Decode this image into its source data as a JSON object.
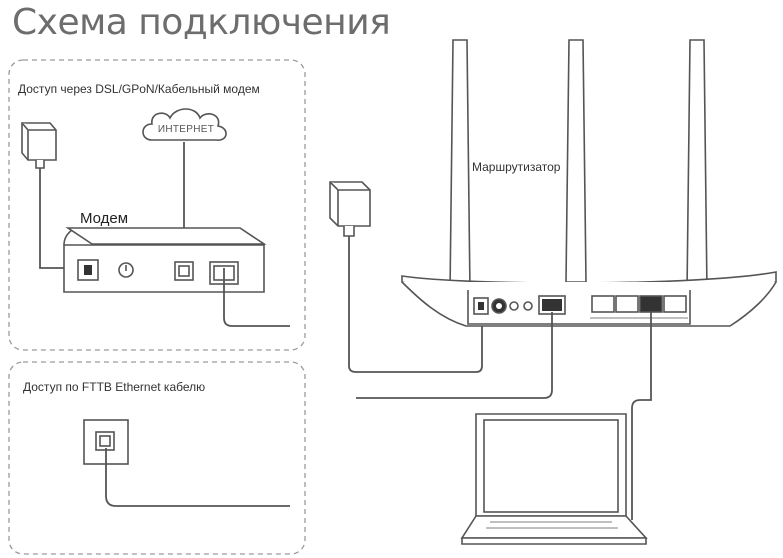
{
  "title": "Схема подключения",
  "dsl_section": {
    "label": "Доступ через DSL/GPoN/Кабельный модем",
    "internet_cloud": "ИНТЕРНЕТ",
    "modem_label": "Модем"
  },
  "router": {
    "label": "Маршрутизатор"
  },
  "fttb_section": {
    "label": "Доступ по FTTB Ethernet кабелю"
  },
  "icons": [
    "power-adapter-icon",
    "cloud-icon",
    "modem-icon",
    "router-icon",
    "antenna-icon",
    "wall-socket-icon",
    "laptop-icon"
  ],
  "colors": {
    "title": "#6d6d6d",
    "line": "#555555",
    "dashed_border": "#999999"
  }
}
